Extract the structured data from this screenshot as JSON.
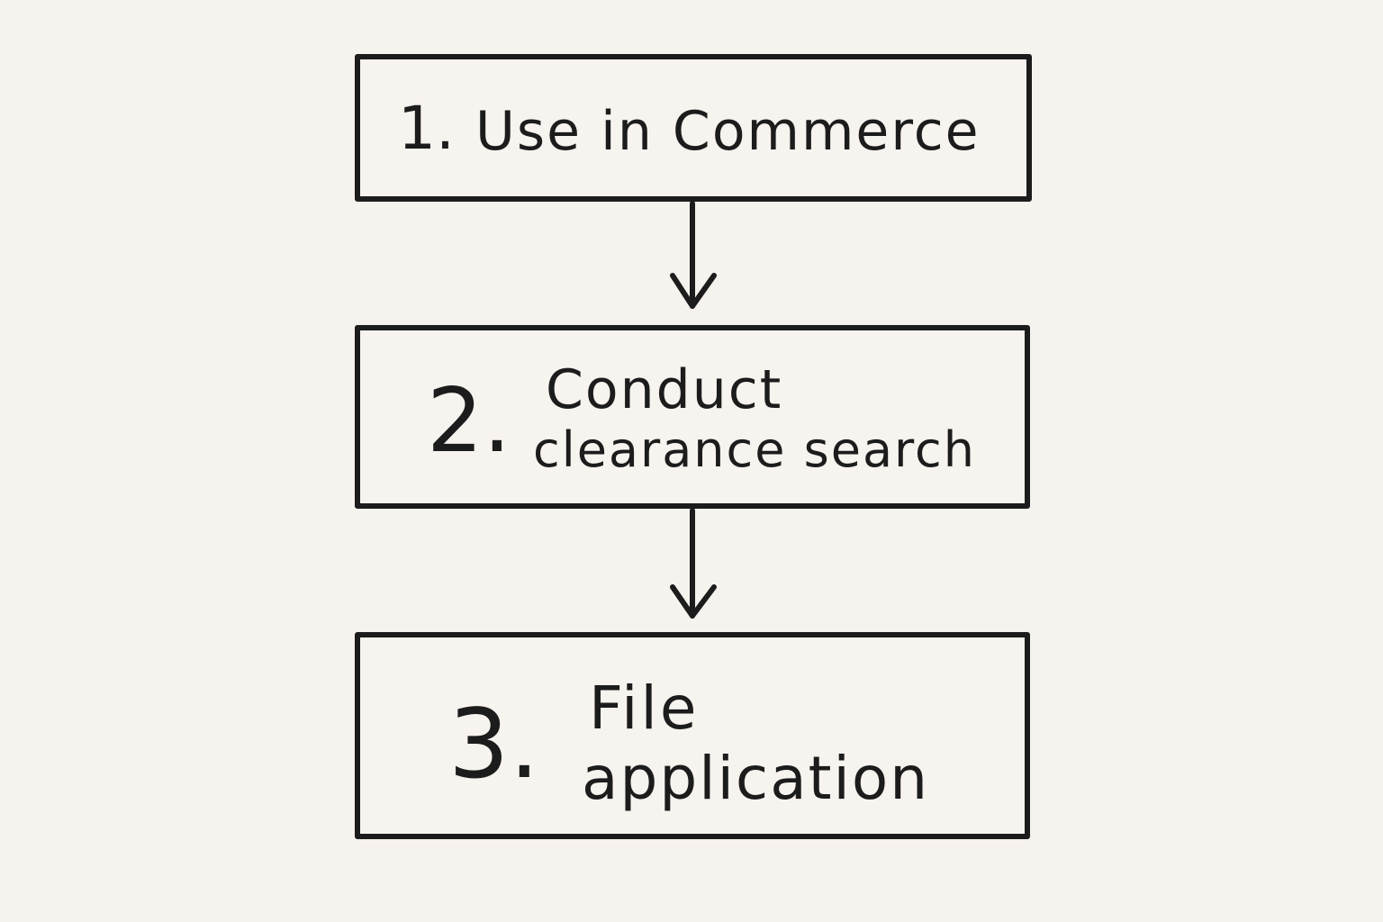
{
  "steps": [
    {
      "number": "1.",
      "lines": [
        "Use in Commerce"
      ]
    },
    {
      "number": "2.",
      "lines": [
        "Conduct",
        "clearance search"
      ]
    },
    {
      "number": "3.",
      "lines": [
        "File",
        "application"
      ]
    }
  ],
  "colors": {
    "background": "#f6f2ee",
    "ink": "#1c1c1c"
  }
}
